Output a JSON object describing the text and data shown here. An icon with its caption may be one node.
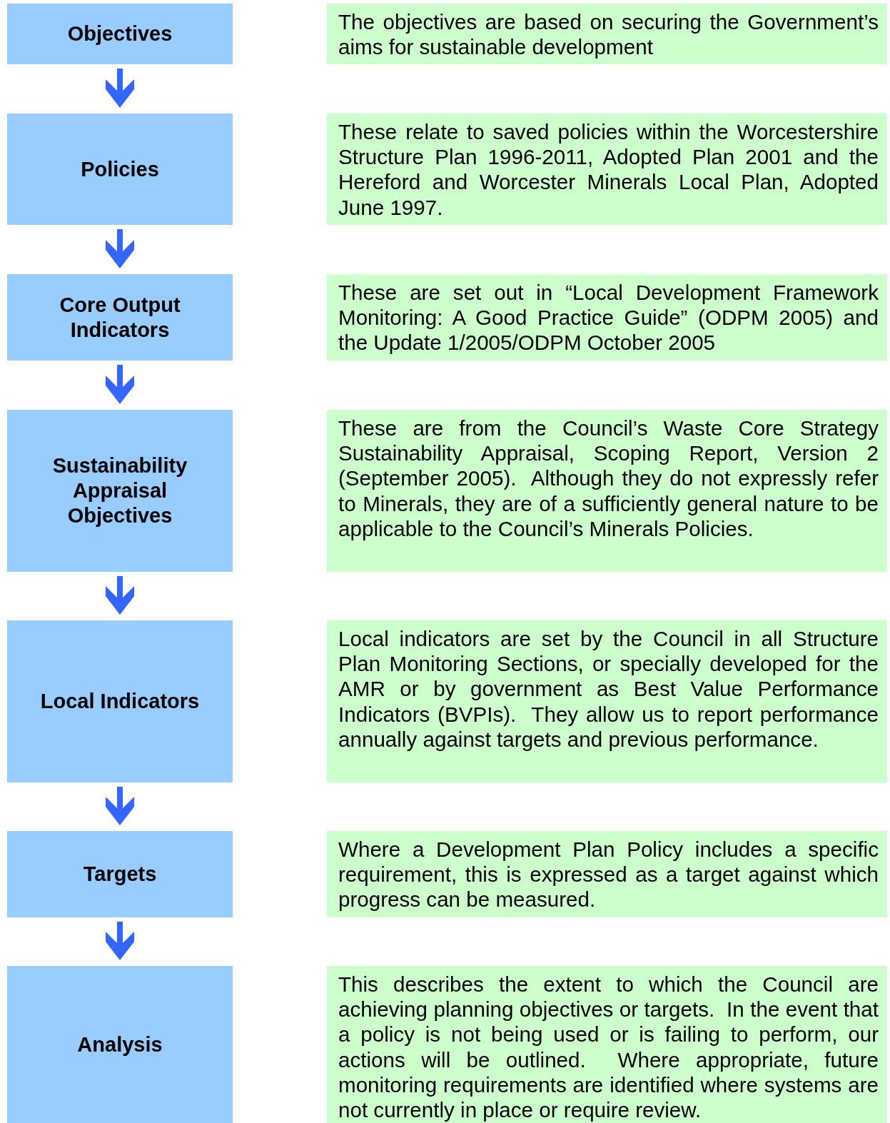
{
  "diagram": {
    "nodes": [
      {
        "text": [
          "Objectives"
        ]
      },
      {
        "text": [
          "The objectives are based on securing the Government’s aims for sustainable development"
        ]
      },
      {
        "text": [
          "Policies"
        ]
      },
      {
        "text": [
          "These relate to saved policies within the Worcestershire Structure Plan 1996-2011, Adopted Plan 2001 and the Hereford and Worcester Minerals Local Plan, Adopted June 1997."
        ]
      },
      {
        "text": [
          "Core Output Indicators"
        ]
      },
      {
        "text": [
          "These are set out in “Local Development Framework Monitoring: A Good Practice Guide” (ODPM 2005) and the Update 1/2005/ODPM October 2005"
        ]
      },
      {
        "text": [
          "Sustainability Appraisal Objectives"
        ]
      },
      {
        "text": [
          "These are from the Council’s Waste Core Strategy Sustainability Appraisal, Scoping Report, Version 2 (September 2005).  Although they do not expressly refer to Minerals, they are of a sufficiently general nature to be applicable to the Council’s Minerals Policies."
        ]
      },
      {
        "text": [
          "Local Indicators"
        ]
      },
      {
        "text": [
          "Local indicators are set by the Council in all Structure Plan Monitoring Sections, or specially developed for the AMR or by government as Best Value Performance Indicators (BVPIs).  They allow us to report performance annually against targets and previous performance."
        ]
      },
      {
        "text": [
          "Targets"
        ]
      },
      {
        "text": [
          "Where a Development Plan Policy includes a specific requirement, this is expressed as a target against which progress can be measured."
        ]
      },
      {
        "text": [
          "Analysis"
        ]
      },
      {
        "text": [
          "This describes the extent to which the Council are achieving planning objectives or targets.  In the event that a policy is not being used or is failing to perform, our actions will be outlined.  Where appropriate, future monitoring requirements are identified where systems are not currently in place or require review."
        ]
      }
    ],
    "edges": [
      {
        "from": 0,
        "to": 2,
        "arrow": "to"
      },
      {
        "from": 2,
        "to": 4,
        "arrow": "to"
      },
      {
        "from": 4,
        "to": 6,
        "arrow": "to"
      },
      {
        "from": 6,
        "to": 8,
        "arrow": "to"
      },
      {
        "from": 8,
        "to": 10,
        "arrow": "to"
      },
      {
        "from": 10,
        "to": 12,
        "arrow": "to"
      }
    ]
  }
}
